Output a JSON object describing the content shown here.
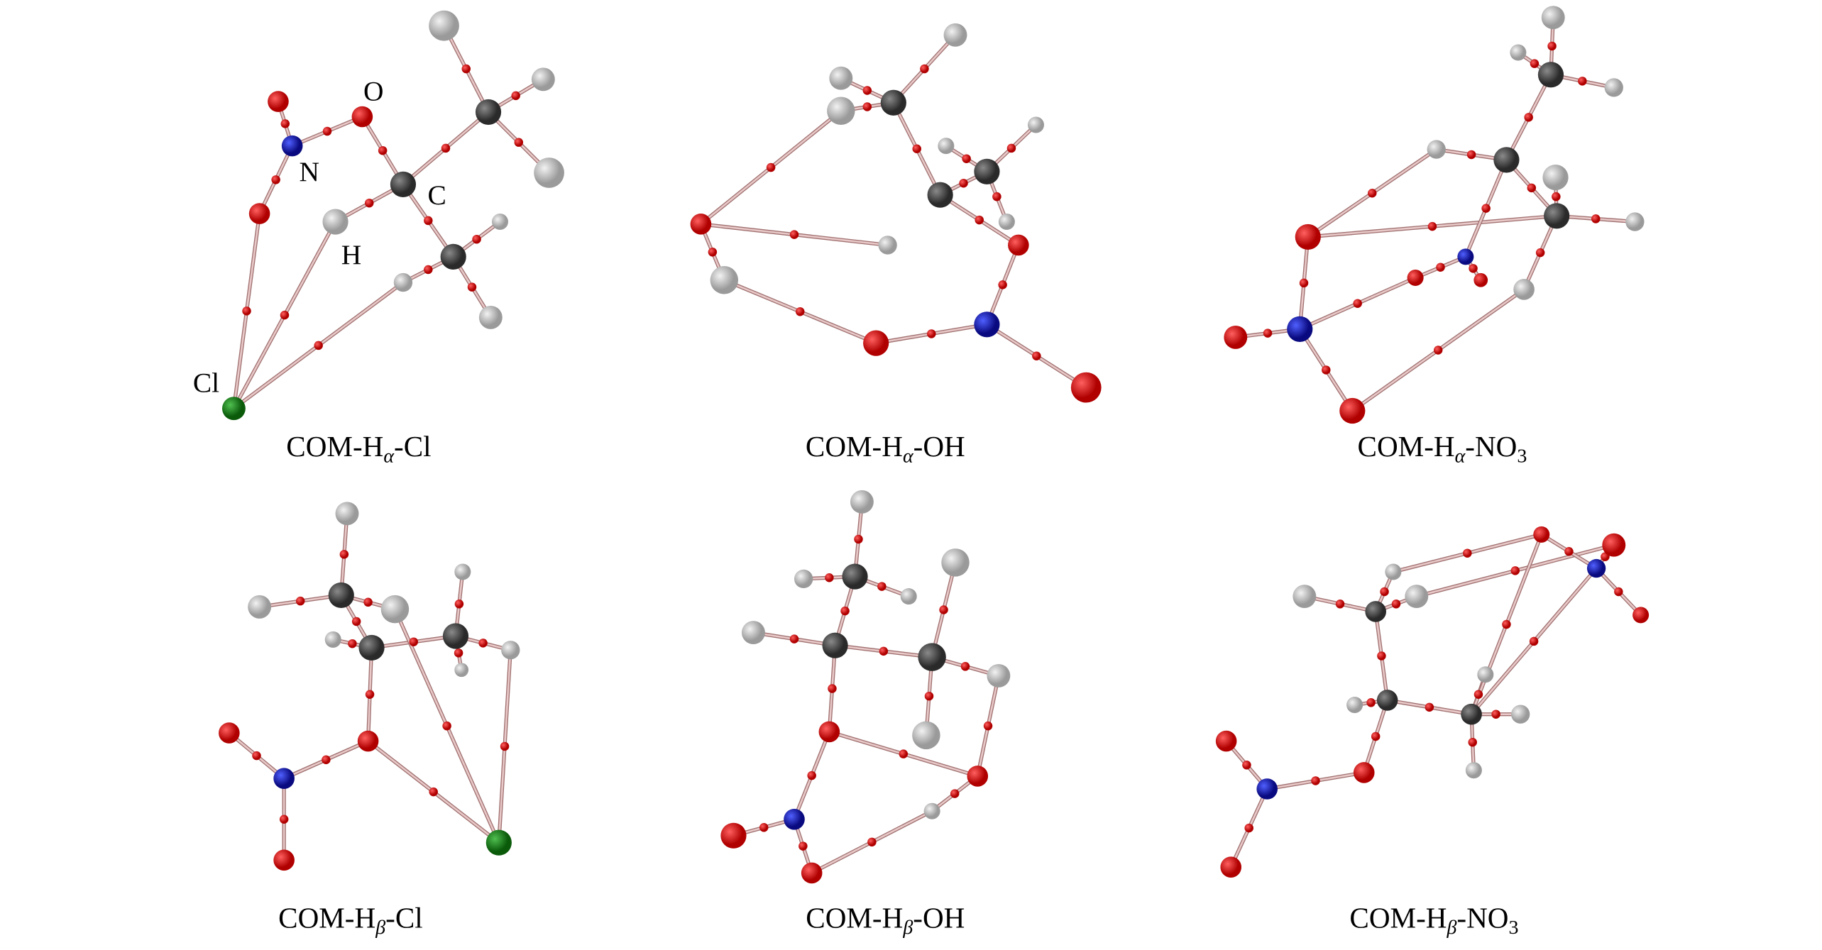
{
  "colors": {
    "carbon": "#3a3a3a",
    "hydrogen": "#c4c4c4",
    "oxygen": "#e00000",
    "nitrogen": "#1010b0",
    "chlorine": "#108010",
    "bond": "#e8c8c8",
    "bond_edge": "#a07070",
    "critical_point": "#e00000"
  },
  "atom_labels": {
    "oxygen": "O",
    "nitrogen": "N",
    "carbon": "C",
    "hydrogen": "H",
    "chlorine": "Cl"
  },
  "panels": [
    {
      "caption": {
        "prefix": "COM-H",
        "sub": "α",
        "suffix": "-Cl",
        "suffix_sub": ""
      }
    },
    {
      "caption": {
        "prefix": "COM-H",
        "sub": "α",
        "suffix": "-OH",
        "suffix_sub": ""
      }
    },
    {
      "caption": {
        "prefix": "COM-H",
        "sub": "α",
        "suffix": "-NO",
        "suffix_sub": "3"
      }
    },
    {
      "caption": {
        "prefix": "COM-H",
        "sub": "β",
        "suffix": "-Cl",
        "suffix_sub": ""
      }
    },
    {
      "caption": {
        "prefix": "COM-H",
        "sub": "β",
        "suffix": "-OH",
        "suffix_sub": ""
      }
    },
    {
      "caption": {
        "prefix": "COM-H",
        "sub": "β",
        "suffix": "-NO",
        "suffix_sub": "3"
      }
    }
  ]
}
